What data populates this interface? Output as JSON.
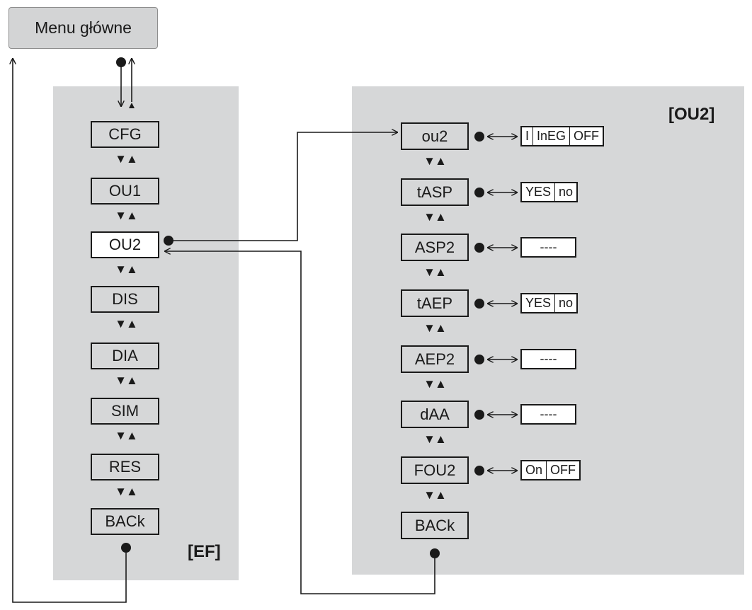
{
  "main_menu": {
    "label": "Menu główne"
  },
  "ef": {
    "label": "[EF]",
    "items": [
      "CFG",
      "OU1",
      "OU2",
      "DIS",
      "DIA",
      "SIM",
      "RES",
      "BACk"
    ],
    "active_index": 2
  },
  "ou2": {
    "label": "[OU2]",
    "items": [
      {
        "name": "ou2",
        "kind": "options",
        "options": [
          "I",
          "InEG",
          "OFF"
        ]
      },
      {
        "name": "tASP",
        "kind": "options",
        "options": [
          "YES",
          "no"
        ]
      },
      {
        "name": "ASP2",
        "kind": "value",
        "value": "----"
      },
      {
        "name": "tAEP",
        "kind": "options",
        "options": [
          "YES",
          "no"
        ]
      },
      {
        "name": "AEP2",
        "kind": "value",
        "value": "----"
      },
      {
        "name": "dAA",
        "kind": "value",
        "value": "----"
      },
      {
        "name": "FOU2",
        "kind": "options",
        "options": [
          "On",
          "OFF"
        ]
      },
      {
        "name": "BACk",
        "kind": "none"
      }
    ]
  },
  "symbols": {
    "nav": "▼▲",
    "link": "<->"
  },
  "colors": {
    "panel": "#d6d7d8",
    "ink": "#1a1a1a",
    "active_box": "#ffffff",
    "menu_button": "#d3d4d5"
  }
}
